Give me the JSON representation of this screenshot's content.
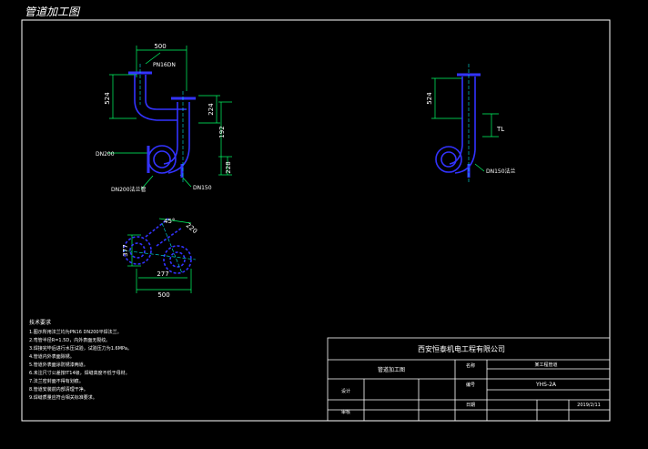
{
  "title": "管道加工图",
  "views": {
    "front": {
      "dims": [
        "500",
        "524",
        "224",
        "192",
        "228"
      ],
      "labels": [
        "PN16DN",
        "DN200",
        "DN200法兰管",
        "DN150"
      ]
    },
    "side": {
      "dims": [
        "524",
        "TL"
      ],
      "labels": [
        "DN150法兰"
      ]
    },
    "plan": {
      "dims": [
        "45°",
        "220",
        "377",
        "277",
        "500"
      ]
    }
  },
  "notes": {
    "heading": "技术要求",
    "items": [
      "1.图示所用法兰均为PN16 DN200平焊法兰。",
      "2.弯管半径R=1.5D，内外表面无裂纹。",
      "3.焊接完毕后进行水压试验，试验压力为1.6MPa。",
      "4.管道内外表面除锈。",
      "5.管道外表面涂防锈漆两道。",
      "6.未注尺寸公差按IT14级，焊缝高度不低于母材。",
      "7.法兰密封面不得有划痕。",
      "8.管道安装前内部清理干净。",
      "9.焊缝质量应符合相关标准要求。"
    ]
  },
  "title_block": {
    "company": "西安恒泰机电工程有限公司",
    "drawing_name": "某工程管道",
    "drawing_code": "YHS-2A",
    "row_labels": [
      "名称",
      "编号",
      "设计",
      "审核",
      "日期"
    ],
    "values": [
      "管道加工图",
      "2019/2/11"
    ]
  },
  "colors": {
    "background": "#000000",
    "pipe": "#3333ff",
    "flange": "#3333ff",
    "dimension": "#00ff66",
    "text": "#ffffff",
    "center": "#00e5e5"
  }
}
